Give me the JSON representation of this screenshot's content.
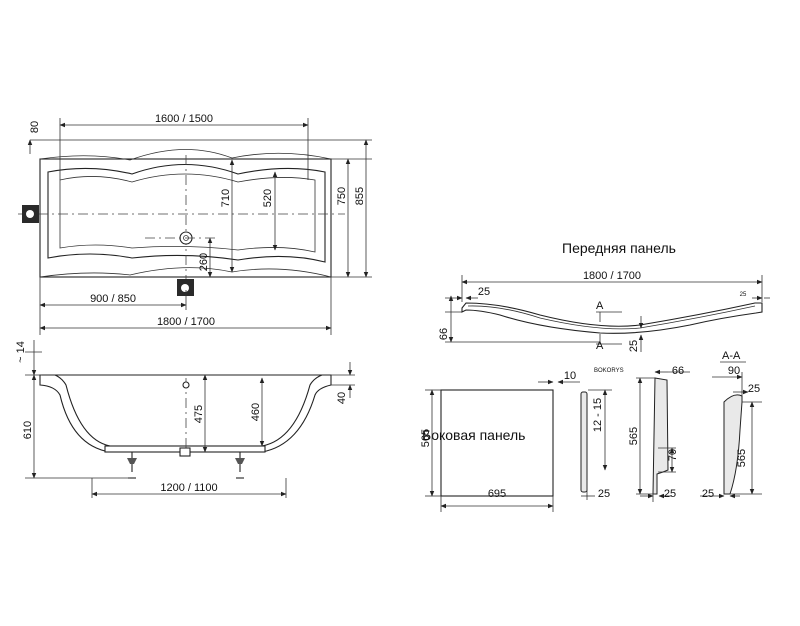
{
  "labels": {
    "front_panel": "Передняя панель",
    "side_panel": "Боковая панель",
    "bokorys": "BOKORYS",
    "section_aa": "A-A",
    "section_mark": "A"
  },
  "top_view": {
    "length_inner": "1600 / 1500",
    "rim_80": "80",
    "height_710": "710",
    "height_520": "520",
    "width_750": "750",
    "width_855": "855",
    "drain_260": "260",
    "pos_900_850": "900 / 850",
    "length_total": "1800 / 1700"
  },
  "side_view": {
    "approx_14": "~ 14",
    "height_610": "610",
    "depth_475": "475",
    "depth_460": "460",
    "rim_40": "40",
    "legs_1200_1100": "1200 / 1100"
  },
  "front_panel_dims": {
    "length": "1800 / 1700",
    "left_25": "25",
    "right_25": "25",
    "height_66": "66",
    "bottom_25": "25"
  },
  "side_panel_dims": {
    "height_565": "565",
    "width_695": "695",
    "thick_10": "10",
    "range_12_15": "12 - 15",
    "bottom_25": "25",
    "profile_66": "66",
    "profile_565": "565",
    "profile_70": "70",
    "profile_25": "25",
    "aa_90": "90",
    "aa_25_top": "25",
    "aa_565": "565",
    "aa_25_bottom": "25"
  }
}
